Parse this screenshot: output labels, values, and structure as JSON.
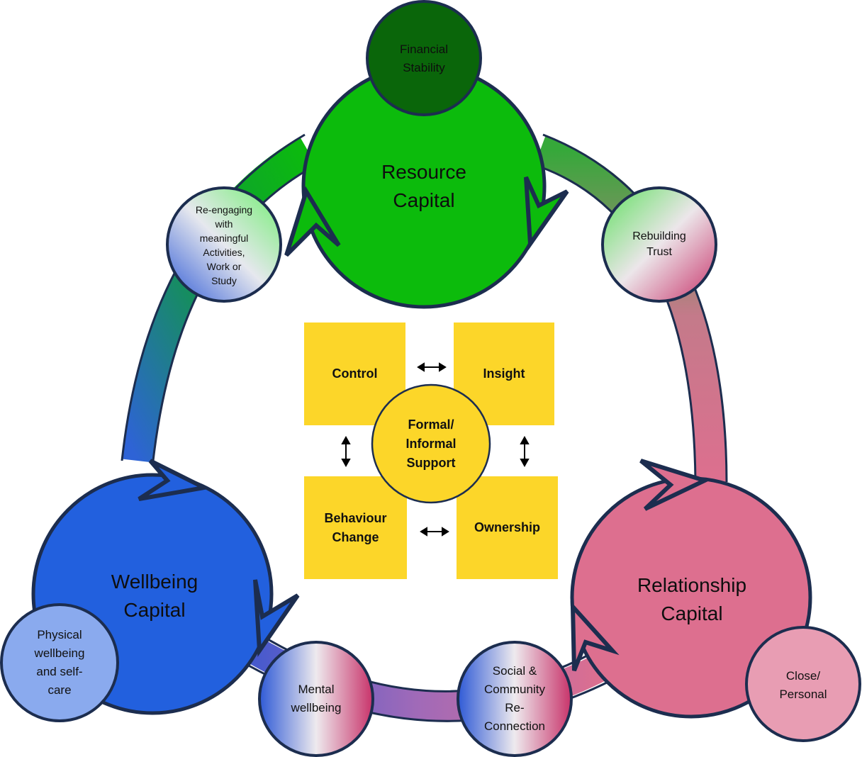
{
  "nodes": {
    "resource_capital": "Resource\nCapital",
    "financial_stability": "Financial\nStability",
    "wellbeing_capital": "Wellbeing\nCapital",
    "physical_wellbeing": "Physical\nwellbeing\nand self-\ncare",
    "relationship_capital": "Relationship\nCapital",
    "close_personal": "Close/\nPersonal",
    "reengaging": "Re-engaging\nwith\nmeaningful\nActivities,\nWork or\nStudy",
    "rebuilding_trust": "Rebuilding\nTrust",
    "mental_wellbeing": "Mental\nwellbeing",
    "social_community": "Social &\nCommunity\nRe-\nConnection"
  },
  "center": {
    "control": "Control",
    "insight": "Insight",
    "behaviour_change": "Behaviour\nChange",
    "ownership": "Ownership",
    "support": "Formal/\nInformal\nSupport"
  },
  "colors": {
    "resource": "#0cbb0c",
    "financial": "#0a660a",
    "wellbeing": "#2260de",
    "physical": "#8aaaee",
    "relationship": "#dd6f8f",
    "close": "#e89db3",
    "box": "#fcd629",
    "outline": "#1c2d4f"
  }
}
